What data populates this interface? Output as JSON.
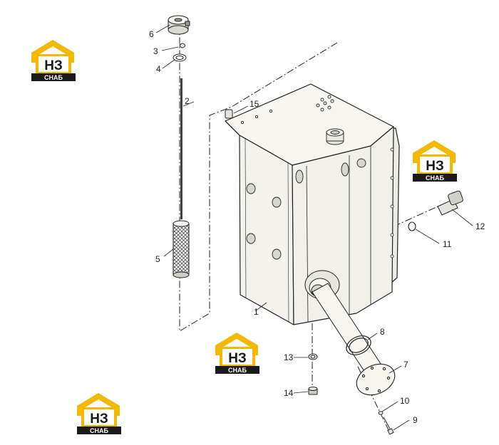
{
  "logo": {
    "mark": "НЗ",
    "subtitle": "СНАБ"
  },
  "callouts": {
    "c1": "1",
    "c2": "2",
    "c3": "3",
    "c4": "4",
    "c5": "5",
    "c6": "6",
    "c7": "7",
    "c8": "8",
    "c9": "9",
    "c10": "10",
    "c11": "11",
    "c12": "12",
    "c13": "13",
    "c14": "14",
    "c15": "15"
  },
  "colors": {
    "logo_yellow": "#f5b800",
    "logo_black": "#1a1a1a",
    "line": "#222222",
    "tank_fill": "#f4f3ee"
  }
}
